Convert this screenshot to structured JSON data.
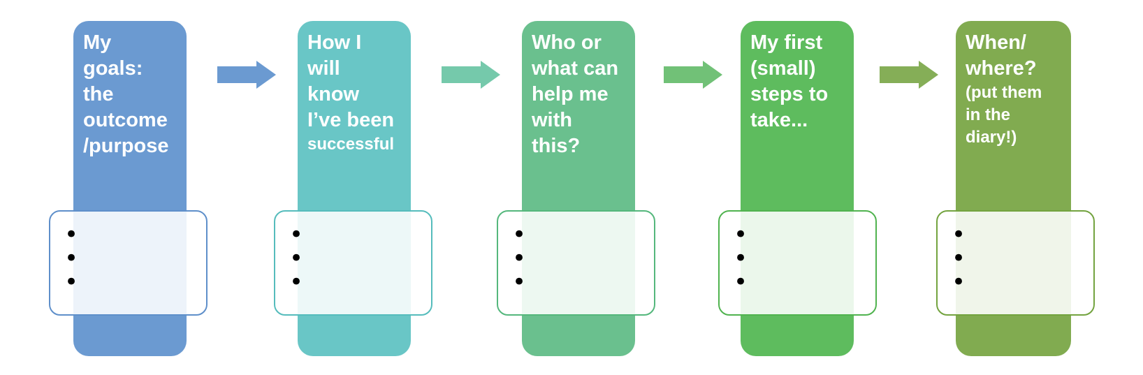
{
  "diagram": {
    "background": "#ffffff",
    "bullet_glyph": "•",
    "columns": [
      {
        "title_main": "My\ngoals:\nthe\noutcome\n/purpose",
        "title_sub": "",
        "fill": "#6b9ad1",
        "box_border": "#5e8fca"
      },
      {
        "title_main": "How I\nwill\nknow\nI’ve been",
        "title_sub": "successful",
        "fill": "#69c6c6",
        "box_border": "#55bcbc"
      },
      {
        "title_main": "Who or\nwhat can\nhelp me\nwith\nthis?",
        "title_sub": "",
        "fill": "#6ac08e",
        "box_border": "#54b77c"
      },
      {
        "title_main": "My first\n(small)\nsteps to\ntake...",
        "title_sub": "",
        "fill": "#5ebc5e",
        "box_border": "#50b34f"
      },
      {
        "title_main": "When/\nwhere?",
        "title_sub": "(put them\nin the\ndiary!)",
        "fill": "#81ab50",
        "box_border": "#73a33f"
      }
    ],
    "arrows": [
      {
        "fill": "#6b9ad1"
      },
      {
        "fill": "#75c9ab"
      },
      {
        "fill": "#71c177"
      },
      {
        "fill": "#85ae57"
      }
    ]
  }
}
